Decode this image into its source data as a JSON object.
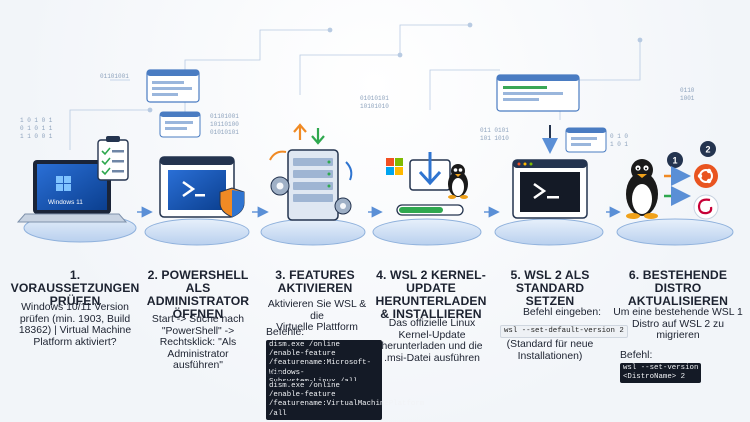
{
  "steps": [
    {
      "title": "1. VORAUSSETZUNGEN\nPRÜFEN",
      "desc": "Windows 10/11 Version\nprüfen (min. 1903, Build\n18362) | Virtual Machine\nPlatform aktiviert?",
      "laptop_label": "Windows 11",
      "icon": "laptop-checklist-icon"
    },
    {
      "title": "2. POWERSHELL ALS\nADMINISTRATOR\nÖFFNEN",
      "desc": "Start -> Suche nach\n\"PowerShell\" ->\nRechtsklick: \"Als\nAdministrator ausführen\"",
      "icon": "powershell-window-icon"
    },
    {
      "title": "3. FEATURES\nAKTIVIEREN",
      "desc": "Aktivieren Sie WSL & die\nVirtuelle Plattform",
      "commands_label": "Befehle:",
      "command1": "dism.exe /online /enable-feature\n/featurename:Microsoft-Windows-\nSubsystem-Linux /all",
      "and_label": "und",
      "command2": "dism.exe /online /enable-feature\n/featurename:VirtualMachinePlatform\n/all",
      "icon": "server-gears-icon"
    },
    {
      "title": "4. WSL 2 KERNEL-\nUPDATE HERUNTERLADEN\n& INSTALLIEREN",
      "desc": "Das offizielle Linux\nKernel-Update\nherunterladen und die\n.msi-Datei ausführen",
      "icon": "download-linux-icon"
    },
    {
      "title": "5. WSL 2 ALS\nSTANDARD SETZEN",
      "command_label": "Befehl eingeben:",
      "command": "wsl --set-default-version 2",
      "note": "(Standard für neue\nInstallationen)",
      "icon": "terminal-window-icon"
    },
    {
      "title": "6. BESTEHENDE DISTRO\nAKTUALISIEREN",
      "desc": "Um eine bestehende WSL 1\nDistro auf WSL 2 zu\nmigrieren",
      "command_label": "Befehl:",
      "command": "wsl --set-version\n<DistroName> 2",
      "badge1": "1",
      "badge2": "2",
      "icon": "distro-migration-icon"
    }
  ],
  "colors": {
    "accent_blue": "#2f74d0",
    "platform_blue": "#cfe0f5",
    "orange": "#f08a24",
    "green": "#2fa84f",
    "ubuntu_orange": "#e95420",
    "debian_red": "#c70036"
  }
}
